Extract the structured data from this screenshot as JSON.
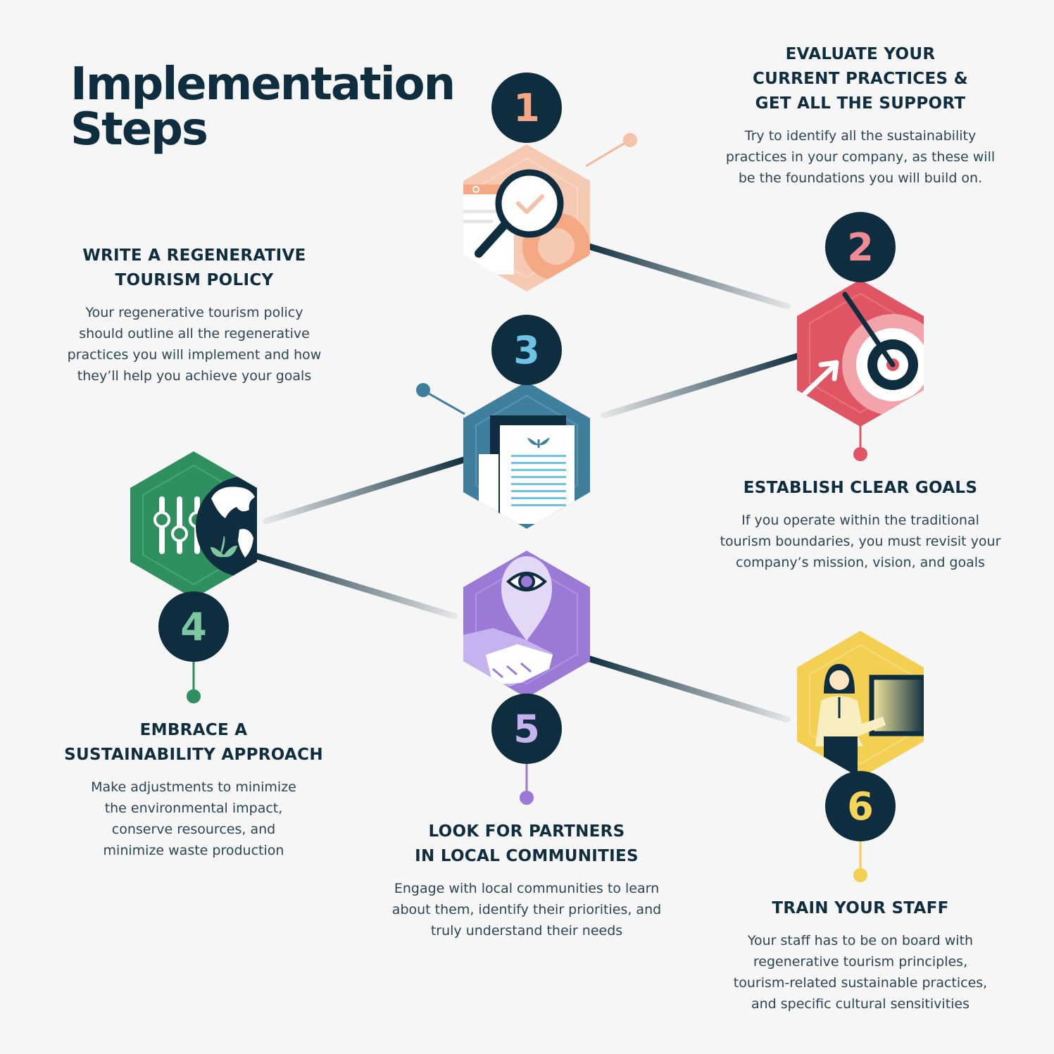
{
  "title": {
    "line1": "Implementation",
    "line2": "Steps"
  },
  "colors": {
    "navy": "#0e2e3f",
    "step1": "#f0c0a8",
    "step2": "#e05563",
    "step3": "#3f7e9d",
    "step4": "#2f8f5f",
    "step5": "#9a7ad6",
    "step6": "#f3cf52"
  },
  "steps": [
    {
      "number": "1",
      "color": "#f4a883",
      "heading": [
        "EVALUATE YOUR",
        "CURRENT PRACTICES &",
        "GET ALL THE SUPPORT"
      ],
      "body": [
        "Try to identify all the sustainability",
        "practices in your company, as these will",
        "be the foundations you will build on."
      ]
    },
    {
      "number": "2",
      "color": "#f08a93",
      "heading": [
        "ESTABLISH CLEAR GOALS"
      ],
      "body": [
        "If you operate within the traditional",
        "tourism boundaries, you must revisit your",
        "company’s mission, vision, and goals"
      ]
    },
    {
      "number": "3",
      "color": "#6cc3e6",
      "heading": [
        "WRITE A REGENERATIVE",
        "TOURISM POLICY"
      ],
      "body": [
        "Your regenerative tourism policy",
        "should outline all the regenerative",
        "practices you will implement and how",
        "they’ll help you achieve your goals"
      ]
    },
    {
      "number": "4",
      "color": "#7cc7a0",
      "heading": [
        "EMBRACE A",
        "SUSTAINABILITY APPROACH"
      ],
      "body": [
        "Make adjustments to minimize",
        "the environmental impact,",
        "conserve resources, and",
        "minimize waste production"
      ]
    },
    {
      "number": "5",
      "color": "#c7b2f0",
      "heading": [
        "LOOK FOR PARTNERS",
        "IN LOCAL COMMUNITIES"
      ],
      "body": [
        "Engage with local communities to learn",
        "about them, identify their priorities, and",
        "truly understand their needs"
      ]
    },
    {
      "number": "6",
      "color": "#f5d45a",
      "heading": [
        "TRAIN YOUR STAFF"
      ],
      "body": [
        "Your staff has to be on board with",
        "regenerative tourism principles,",
        "tourism-related sustainable practices,",
        "and specific cultural sensitivities"
      ]
    }
  ]
}
